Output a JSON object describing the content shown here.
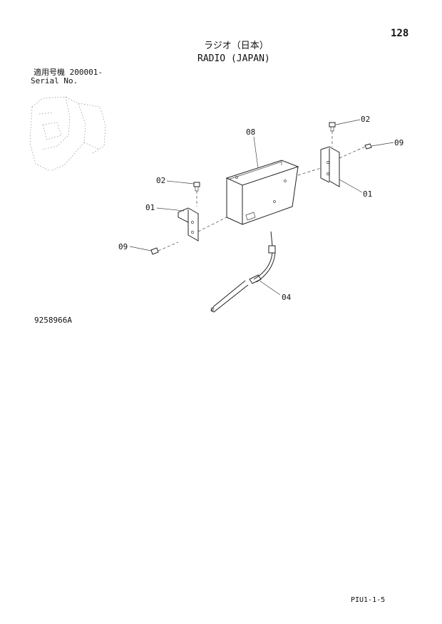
{
  "page": {
    "number": "128",
    "title_jp": "ラジオ（日本）",
    "title_en": "RADIO (JAPAN)",
    "serial_label_jp": "適用号機 200001-",
    "serial_label_en": "Serial No.",
    "illustration_no": "9258966A",
    "footer_code": "PIU1-1-5"
  },
  "callouts": [
    {
      "id": "08"
    },
    {
      "id": "02"
    },
    {
      "id": "09"
    },
    {
      "id": "01"
    },
    {
      "id": "02"
    },
    {
      "id": "01"
    },
    {
      "id": "09"
    },
    {
      "id": "04"
    }
  ]
}
